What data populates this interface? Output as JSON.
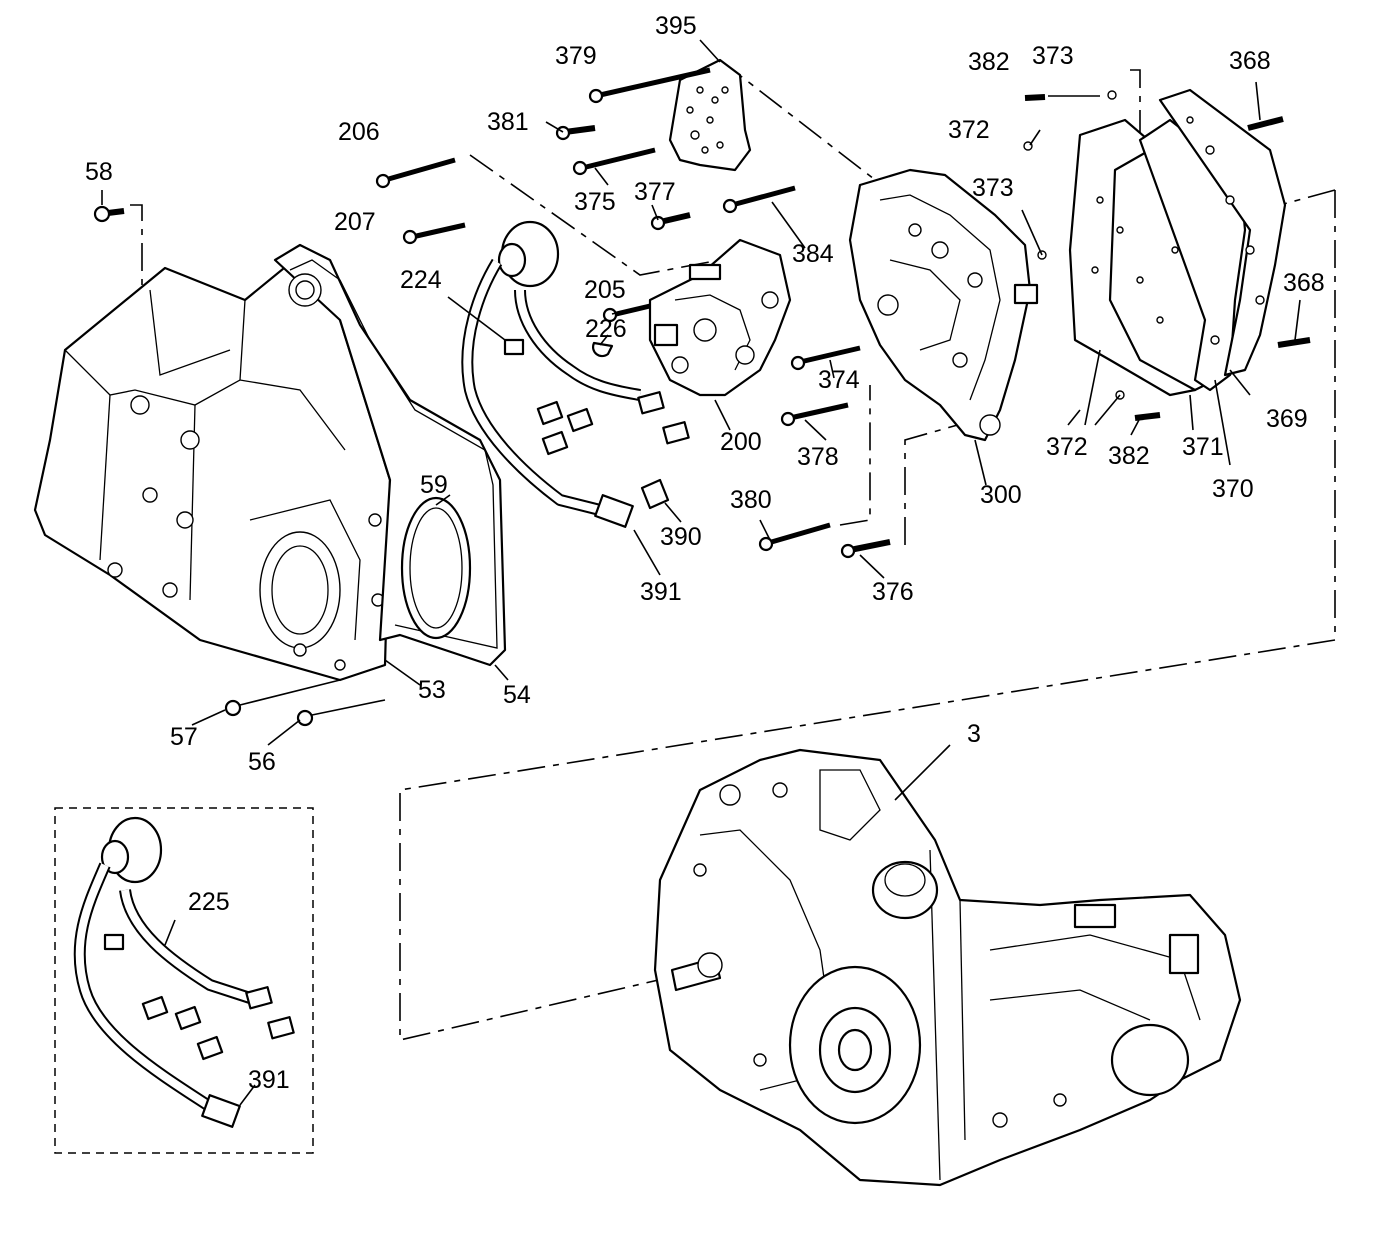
{
  "callouts": {
    "c3": "3",
    "c53": "53",
    "c54": "54",
    "c56": "56",
    "c57": "57",
    "c58": "58",
    "c59": "59",
    "c200": "200",
    "c205": "205",
    "c206": "206",
    "c207": "207",
    "c224": "224",
    "c225": "225",
    "c226": "226",
    "c300": "300",
    "c368a": "368",
    "c368b": "368",
    "c369": "369",
    "c370": "370",
    "c371": "371",
    "c372a": "372",
    "c372b": "372",
    "c373a": "373",
    "c373b": "373",
    "c374": "374",
    "c375": "375",
    "c376": "376",
    "c377": "377",
    "c378": "378",
    "c379": "379",
    "c380": "380",
    "c381": "381",
    "c382a": "382",
    "c382b": "382",
    "c384": "384",
    "c390": "390",
    "c391a": "391",
    "c391b": "391",
    "c395": "395"
  }
}
